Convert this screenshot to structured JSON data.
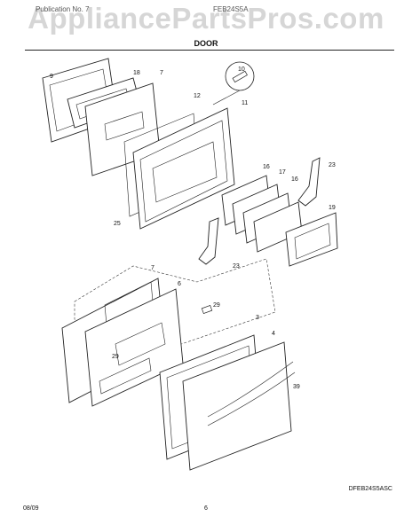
{
  "header": {
    "publication": "Publication No. 7",
    "model": "FEB24S5A"
  },
  "watermark": "AppliancePartsPros.com",
  "title": "DOOR",
  "callouts": [
    "9",
    "18",
    "7",
    "10",
    "12",
    "11",
    "16",
    "17",
    "16",
    "23",
    "25",
    "19",
    "23",
    "7",
    "6",
    "29",
    "3",
    "4",
    "29",
    "39"
  ],
  "diagram_code": "DFEB24S5ASC",
  "footer": {
    "date": "08/09",
    "page": "6"
  }
}
